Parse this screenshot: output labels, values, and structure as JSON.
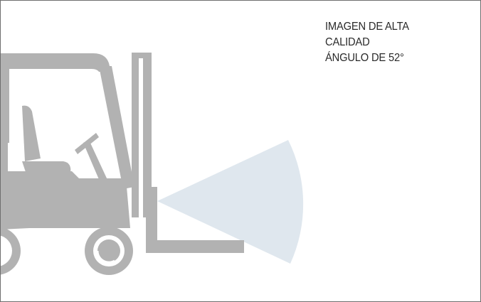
{
  "caption": {
    "line1": "IMAGEN DE ALTA",
    "line2": "CALIDAD",
    "line3": "ÁNGULO DE 52°"
  },
  "viewing_angle_degrees": 52,
  "colors": {
    "forklift": "#b2b2b2",
    "forklift_dark": "#a6a6a6",
    "wheel_hub": "#ffffff",
    "camera_cone": "#dfe7ee",
    "frame_border": "#6e6e6e",
    "text": "#2a2a2a"
  }
}
